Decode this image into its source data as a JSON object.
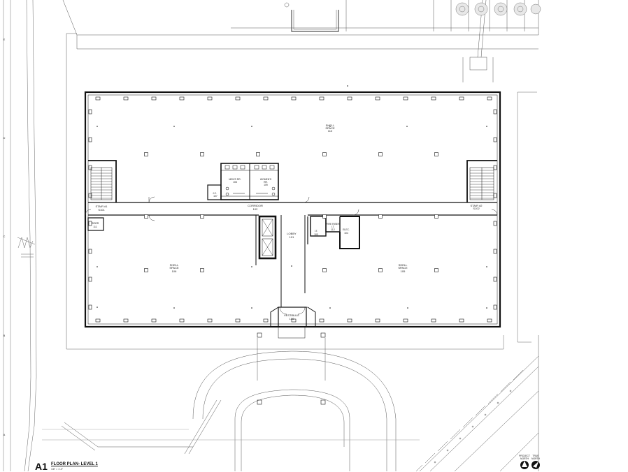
{
  "sheet": {
    "id": "A1",
    "title": "FLOOR PLAN- LEVEL 1",
    "scale": "1/8\" = 1'-0\""
  },
  "north": {
    "project_label_1": "PROJECT",
    "project_label_2": "NORTH",
    "true_label_1": "TRUE",
    "true_label_2": "NORTH"
  },
  "grid_left": [
    "E",
    "D",
    "C",
    "B",
    "A"
  ],
  "rooms": {
    "shell_top": {
      "name1": "SHELL",
      "name2": "SPACE",
      "num": "110"
    },
    "shell_left": {
      "name1": "SHELL",
      "name2": "SPACE",
      "num": "106"
    },
    "shell_right": {
      "name1": "SHELL",
      "name2": "SPACE",
      "num": "105"
    },
    "stair1": {
      "name": "STAIR #1",
      "num": "S101"
    },
    "stair2": {
      "name": "STAIR #2",
      "num": "S102"
    },
    "corridor": {
      "name": "CORRIDOR",
      "num": "102"
    },
    "lobby": {
      "name": "LOBBY",
      "num": "101"
    },
    "vestibule": {
      "name": "VESTIBULE",
      "num": "100"
    },
    "mens": {
      "name": "MEN'S RR.",
      "num": "108"
    },
    "womens": {
      "name1": "WOMEN'S",
      "name2": "RR.",
      "num": "109"
    },
    "janitor": {
      "name": "J.C.",
      "num": "107"
    },
    "riser": {
      "name": "RISER",
      "num": "111"
    },
    "it": {
      "name": "I.T.",
      "num": "103"
    },
    "fire": {
      "name1": "FIRE RISER",
      "name2": "I.T.",
      "num": "112"
    },
    "elec": {
      "name": "ELEC.",
      "num": "104"
    }
  }
}
